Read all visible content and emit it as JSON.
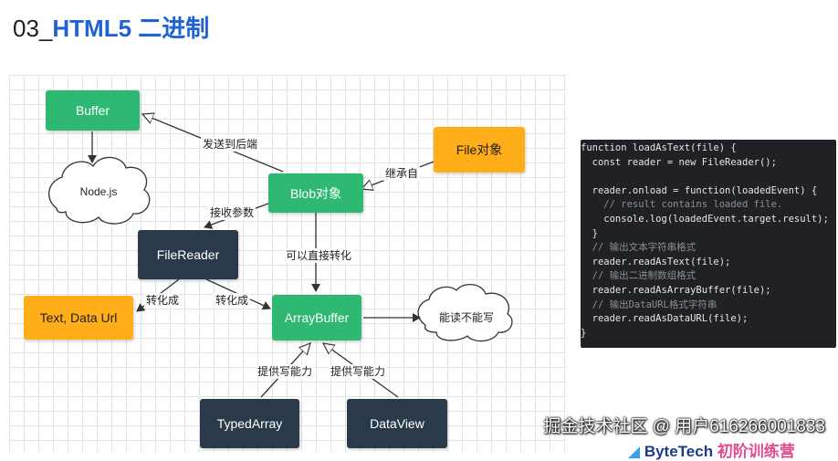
{
  "title": {
    "number": "03_",
    "text": "HTML5 二进制"
  },
  "diagram": {
    "nodes": {
      "buffer": "Buffer",
      "nodejs": "Node.js",
      "file": "File对象",
      "blob": "Blob对象",
      "filereader": "FileReader",
      "text_dataurl": "Text, Data Url",
      "arraybuffer": "ArrayBuffer",
      "cloud_read": "能读不能写",
      "typedarray": "TypedArray",
      "dataview": "DataView"
    },
    "edges": {
      "send_backend": "发送到后端",
      "inherit": "继承自",
      "receive_param": "接收参数",
      "convert_direct": "可以直接转化",
      "convert_to_1": "转化成",
      "convert_to_2": "转化成",
      "provide_write_1": "提供写能力",
      "provide_write_2": "提供写能力"
    },
    "colors": {
      "green": "#2eb872",
      "navy": "#2b3a4a",
      "orange": "#ffae1a"
    }
  },
  "code": [
    "function loadAsText(file) {",
    "  const reader = new FileReader();",
    "",
    "  reader.onload = function(loadedEvent) {",
    "    // result contains loaded file.",
    "    console.log(loadedEvent.target.result);",
    "  }",
    "  // 输出文本字符串格式",
    "  reader.readAsText(file);",
    "  // 输出二进制数组格式",
    "  reader.readAsArrayBuffer(file);",
    "  // 输出DataURL格式字符串",
    "  reader.readAsDataURL(file);",
    "}"
  ],
  "watermark": "掘金技术社区 @ 用户616266001833",
  "footer": {
    "brand": "ByteTech",
    "tail": "初阶训练营"
  }
}
